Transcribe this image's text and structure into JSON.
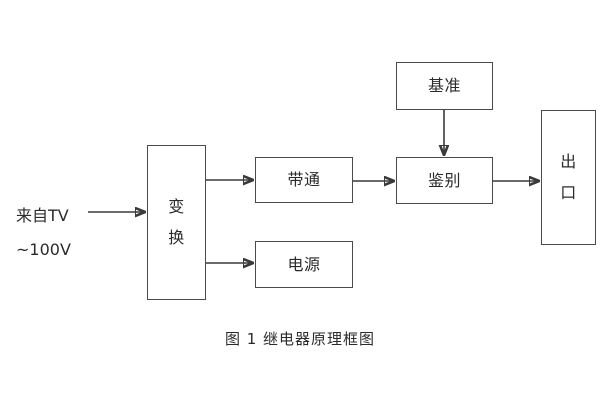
{
  "figure": {
    "caption": "图 1  继电器原理框图",
    "background_color": "#ffffff",
    "line_color": "#3a3a3a",
    "box_border_color": "#4a4a4a",
    "text_color": "#2b2b2b"
  },
  "input_source": {
    "line1": "来自TV",
    "line2": "~100V"
  },
  "nodes": [
    {
      "id": "transform",
      "label": "变\n换",
      "orientation": "vertical"
    },
    {
      "id": "bandpass",
      "label": "带通",
      "orientation": "horizontal"
    },
    {
      "id": "power",
      "label": "电源",
      "orientation": "horizontal"
    },
    {
      "id": "reference",
      "label": "基准",
      "orientation": "horizontal"
    },
    {
      "id": "discriminator",
      "label": "鉴别",
      "orientation": "horizontal"
    },
    {
      "id": "output",
      "label": "出\n口",
      "orientation": "vertical"
    }
  ],
  "connections": [
    {
      "from": "input_source",
      "to": "transform",
      "direction": "right"
    },
    {
      "from": "transform",
      "to": "bandpass",
      "direction": "right"
    },
    {
      "from": "transform",
      "to": "power",
      "direction": "right"
    },
    {
      "from": "bandpass",
      "to": "discriminator",
      "direction": "right"
    },
    {
      "from": "reference",
      "to": "discriminator",
      "direction": "down"
    },
    {
      "from": "discriminator",
      "to": "output",
      "direction": "right"
    }
  ]
}
